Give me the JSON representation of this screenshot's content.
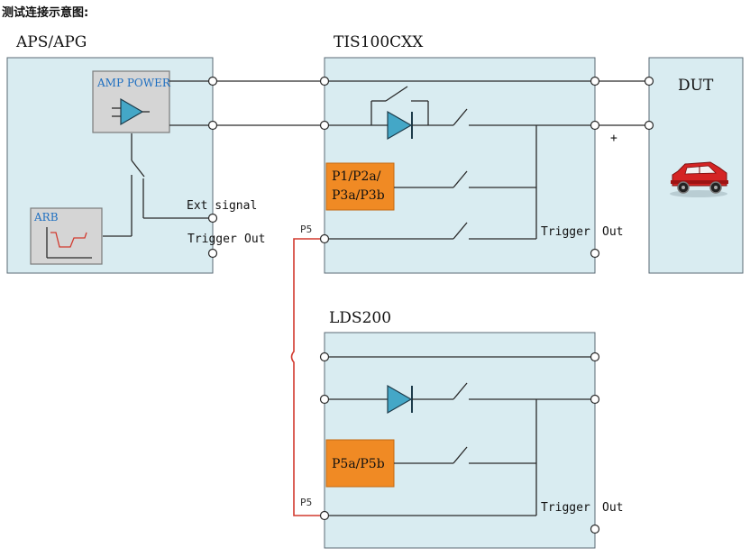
{
  "header": {
    "title": "测试连接示意图:"
  },
  "aps": {
    "title": "APS/APG",
    "amp_label": "AMP POWER",
    "arb_label": "ARB",
    "ext_signal": "Ext signal",
    "trigger": "Trigger",
    "out": "Out"
  },
  "tis": {
    "title": "TIS100CXX",
    "p_label_1": "P1/P2a/",
    "p_label_2": "P3a/P3b",
    "trigger": "Trigger",
    "out": "Out",
    "p5": "P5"
  },
  "dut": {
    "title": "DUT",
    "plus": "+"
  },
  "lds": {
    "title": "LDS200",
    "p_label": "P5a/P5b",
    "trigger": "Trigger",
    "out": "Out",
    "p5": "P5"
  },
  "colors": {
    "box": "#d9ecf1",
    "orange": "#f08a24",
    "red_wire": "#d23a2f",
    "diode": "#44a7c7",
    "car": "#d42424"
  }
}
